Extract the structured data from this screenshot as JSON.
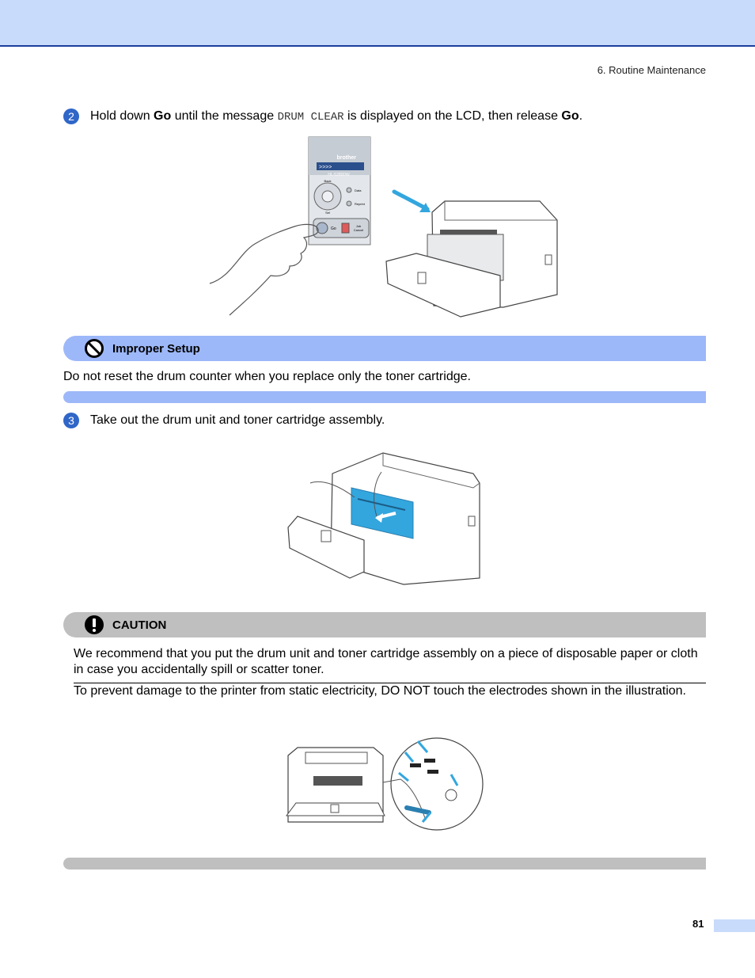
{
  "header": {
    "chapter": "6. Routine Maintenance"
  },
  "step2": {
    "number": "2",
    "t1": "Hold down ",
    "b1": "Go",
    "t2": " until the message ",
    "mono": "DRUM CLEAR",
    "t3": " is displayed on the LCD, then release ",
    "b2": "Go",
    "t4": ".",
    "panel": {
      "brand": "brother",
      "lcd": ">>>>",
      "model": "HL-5280DW",
      "back": "Back",
      "sel": "Sel",
      "data": "Data",
      "reprint": "Reprint",
      "go": "Go",
      "job_cancel_1": "Job",
      "job_cancel_2": "Cancel"
    }
  },
  "improper": {
    "title": "Improper Setup",
    "text": "Do not reset the drum counter when you replace only the toner cartridge."
  },
  "step3": {
    "number": "3",
    "text": "Take out the drum unit and toner cartridge assembly."
  },
  "caution": {
    "title": "CAUTION",
    "p1": "We recommend that you put the drum unit and toner cartridge assembly on a piece of disposable paper or cloth in case you accidentally spill or scatter toner.",
    "p2": "To prevent damage to the printer from static electricity, DO NOT touch the electrodes shown in the illustration."
  },
  "footer": {
    "page": "81"
  }
}
